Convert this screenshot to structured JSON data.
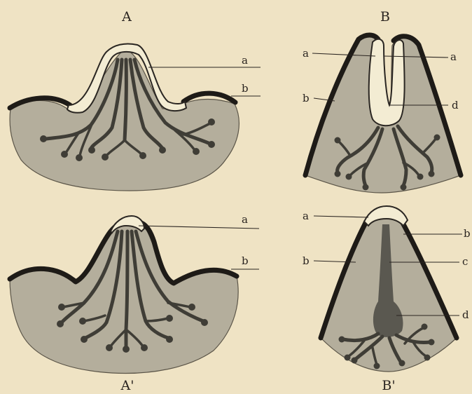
{
  "figure": {
    "panels": [
      {
        "id": "A",
        "label": "A"
      },
      {
        "id": "B",
        "label": "B"
      },
      {
        "id": "A2",
        "label": "A'"
      },
      {
        "id": "B2",
        "label": "B'"
      }
    ],
    "callouts": {
      "A": [
        "a",
        "b"
      ],
      "B": [
        "a",
        "a",
        "b",
        "d"
      ],
      "A2": [
        "a",
        "b"
      ],
      "B2": [
        "a",
        "b",
        "b",
        "c",
        "d"
      ]
    },
    "colors": {
      "background": "#efe3c4",
      "tissue": "#b4ae9c",
      "epithelium": "#1e1b17",
      "cap": "#f3ecd3",
      "ducts": "#3f3d36"
    }
  }
}
